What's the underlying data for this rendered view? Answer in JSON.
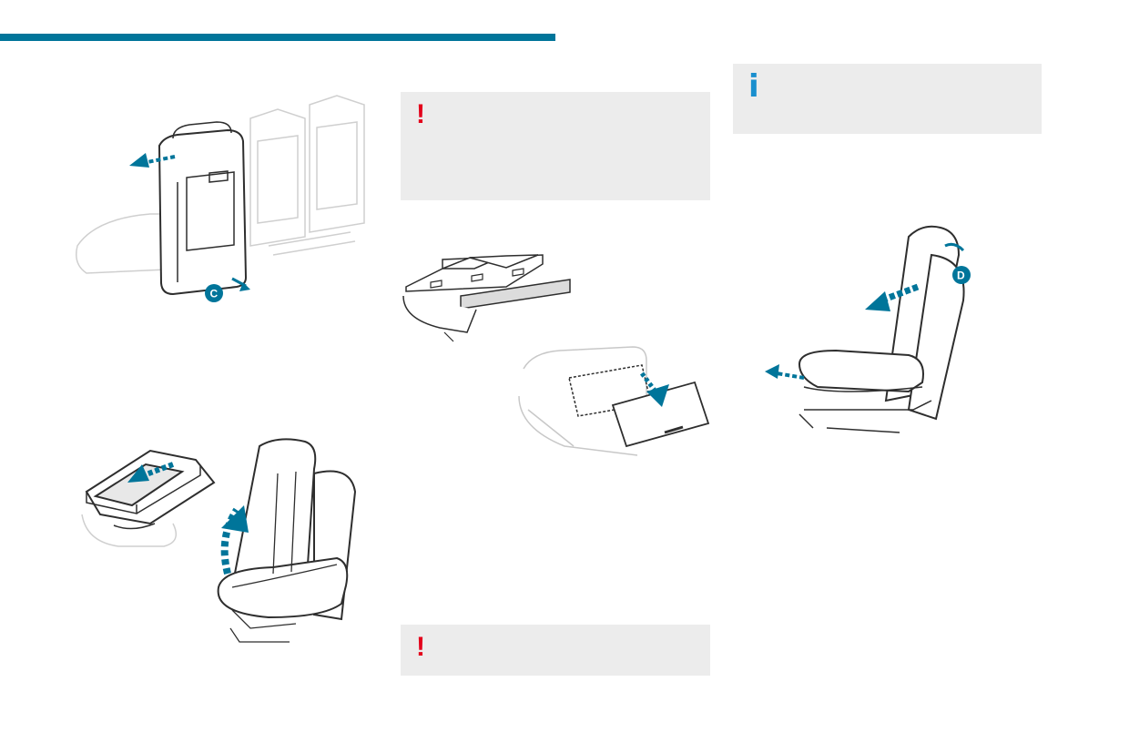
{
  "colors": {
    "accent": "#00759a",
    "warning": "#e3001b",
    "info": "#1a8fce",
    "panel": "#ececec",
    "line": "#3a3a3a",
    "ghost": "#c8c8c8"
  },
  "warning_box_1": {
    "icon": "!",
    "icon_name": "warning-icon"
  },
  "warning_box_2": {
    "icon": "!",
    "icon_name": "warning-icon"
  },
  "info_box": {
    "icon": "i",
    "icon_name": "info-icon"
  },
  "figures": {
    "rear_seatback": {
      "callout": "C"
    },
    "recline_seat": {
      "callout": "D"
    }
  }
}
